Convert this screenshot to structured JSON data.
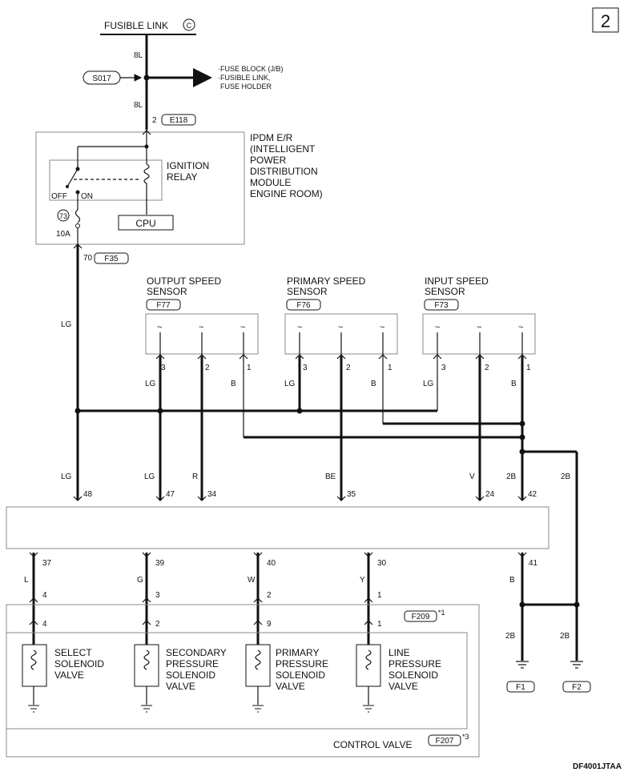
{
  "page": {
    "number": "2",
    "diagram_code": "DF4001JTAA"
  },
  "power": {
    "fusible_link_label": "FUSIBLE LINK",
    "fusible_link_id": "C",
    "wire_8l_top": "8L",
    "wire_8l_bottom": "8L",
    "splice": "S017",
    "dest_1": "·FUSE BLOCK (J/B)",
    "dest_2": "·FUSIBLE LINK,",
    "dest_3": "FUSE HOLDER",
    "ipdm_terminal": "2",
    "ipdm_connector": "E118"
  },
  "ipdm": {
    "title_lines": [
      "IPDM E/R",
      "(INTELLIGENT",
      "POWER",
      "DISTRIBUTION",
      "MODULE",
      "ENGINE ROOM)"
    ],
    "relay_lines": [
      "IGNITION",
      "RELAY"
    ],
    "off": "OFF",
    "on": "ON",
    "fuse_no": "73",
    "fuse_rating": "10A",
    "cpu": "CPU",
    "out_terminal": "70",
    "out_connector": "F35",
    "out_wire": "LG"
  },
  "sensors": [
    {
      "name_lines": [
        "OUTPUT SPEED",
        "SENSOR"
      ],
      "connector": "F77",
      "pins": [
        {
          "no": "3",
          "wire": "LG"
        },
        {
          "no": "2",
          "wire": ""
        },
        {
          "no": "1",
          "wire": "B"
        }
      ]
    },
    {
      "name_lines": [
        "PRIMARY SPEED",
        "SENSOR"
      ],
      "connector": "F76",
      "pins": [
        {
          "no": "3",
          "wire": "LG"
        },
        {
          "no": "2",
          "wire": ""
        },
        {
          "no": "1",
          "wire": "B"
        }
      ]
    },
    {
      "name_lines": [
        "INPUT SPEED",
        "SENSOR"
      ],
      "connector": "F73",
      "pins": [
        {
          "no": "3",
          "wire": "LG"
        },
        {
          "no": "2",
          "wire": ""
        },
        {
          "no": "1",
          "wire": "B"
        }
      ]
    }
  ],
  "tcm_top": [
    {
      "wire": "LG",
      "terminal": "48"
    },
    {
      "wire": "LG",
      "terminal": "47"
    },
    {
      "wire": "R",
      "terminal": "34"
    },
    {
      "wire": "BE",
      "terminal": "35"
    },
    {
      "wire": "V",
      "terminal": "24"
    },
    {
      "wire": "2B",
      "terminal": "42"
    }
  ],
  "bypass_wire": "2B",
  "tcm_bottom": [
    {
      "terminal": "37",
      "wire": "L",
      "f209_pin": "4",
      "f207_pin": "4"
    },
    {
      "terminal": "39",
      "wire": "G",
      "f209_pin": "3",
      "f207_pin": "2"
    },
    {
      "terminal": "40",
      "wire": "W",
      "f209_pin": "2",
      "f207_pin": "9"
    },
    {
      "terminal": "30",
      "wire": "Y",
      "f209_pin": "1",
      "f207_pin": "1"
    }
  ],
  "ground_branch": {
    "terminal": "41",
    "wire": "B",
    "left_wire": "2B",
    "right_wire": "2B",
    "left_ground": "F1",
    "right_ground": "F2"
  },
  "connector_f209": {
    "id": "F209",
    "note": "*1"
  },
  "solenoids": [
    {
      "lines": [
        "SELECT",
        "SOLENOID",
        "VALVE"
      ]
    },
    {
      "lines": [
        "SECONDARY",
        "PRESSURE",
        "SOLENOID",
        "VALVE"
      ]
    },
    {
      "lines": [
        "PRIMARY",
        "PRESSURE",
        "SOLENOID",
        "VALVE"
      ]
    },
    {
      "lines": [
        "LINE",
        "PRESSURE",
        "SOLENOID",
        "VALVE"
      ]
    }
  ],
  "control_valve": {
    "label": "CONTROL VALVE",
    "connector": "F207",
    "note": "*3"
  }
}
